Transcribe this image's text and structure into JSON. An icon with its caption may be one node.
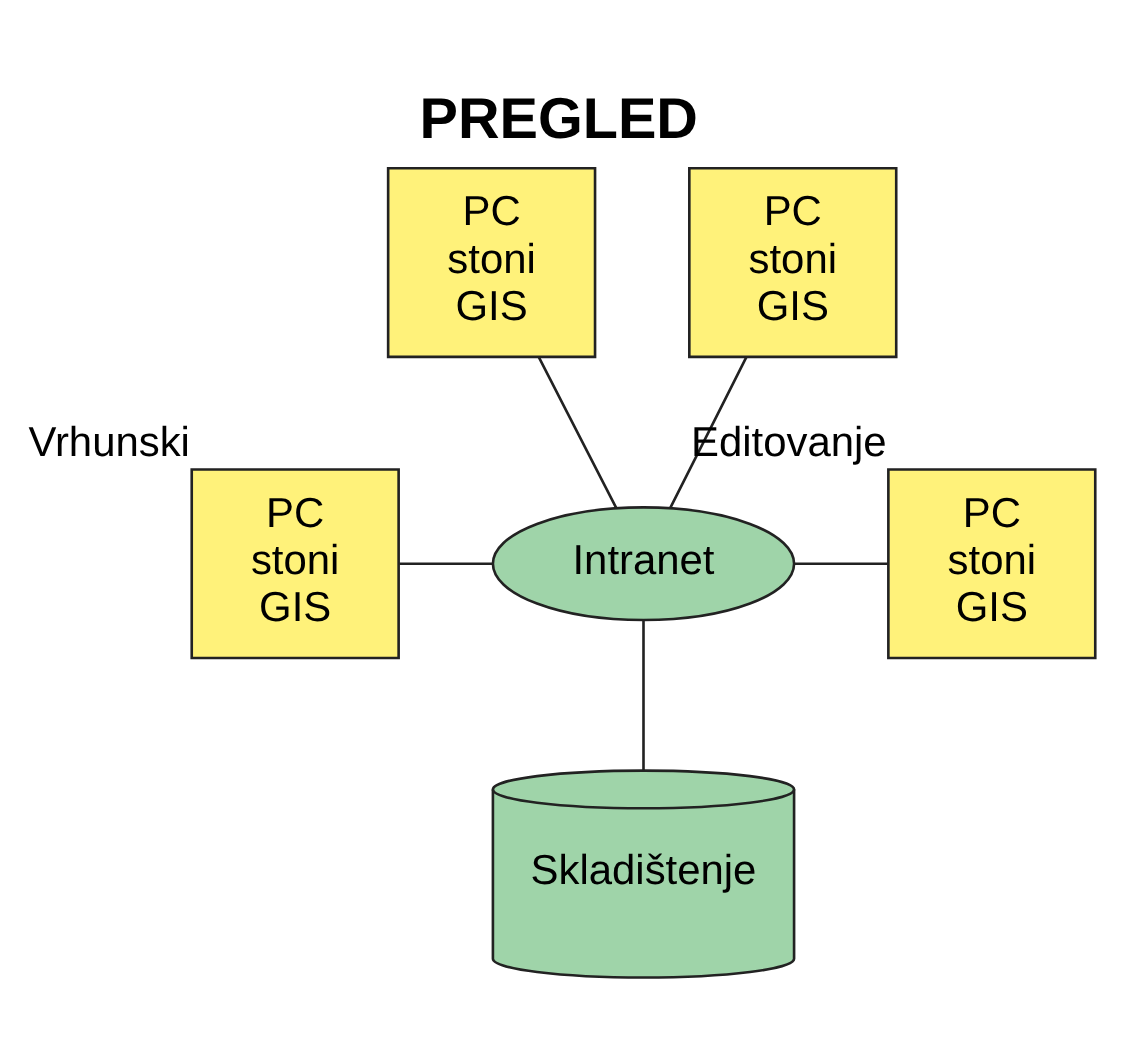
{
  "diagram": {
    "title": "PREGLED",
    "nodes": [
      {
        "text": [
          "PC stoni GIS"
        ]
      },
      {
        "text": [
          "PC stoni GIS"
        ]
      },
      {
        "text": [
          "PC stoni GIS"
        ],
        "beside": [
          "Vrhunski"
        ]
      },
      {
        "text": [
          "PC stoni GIS"
        ],
        "beside": [
          "Editovanje"
        ]
      },
      {
        "text": [
          "Intranet"
        ]
      },
      {
        "text": [
          "Skladištenje"
        ]
      }
    ],
    "edges": [
      {
        "from": 0,
        "to": 4,
        "arrow": "none"
      },
      {
        "from": 1,
        "to": 4,
        "arrow": "none"
      },
      {
        "from": 2,
        "to": 4,
        "arrow": "none"
      },
      {
        "from": 4,
        "to": 3,
        "arrow": "none"
      },
      {
        "from": 4,
        "to": 5,
        "arrow": "none"
      }
    ]
  }
}
